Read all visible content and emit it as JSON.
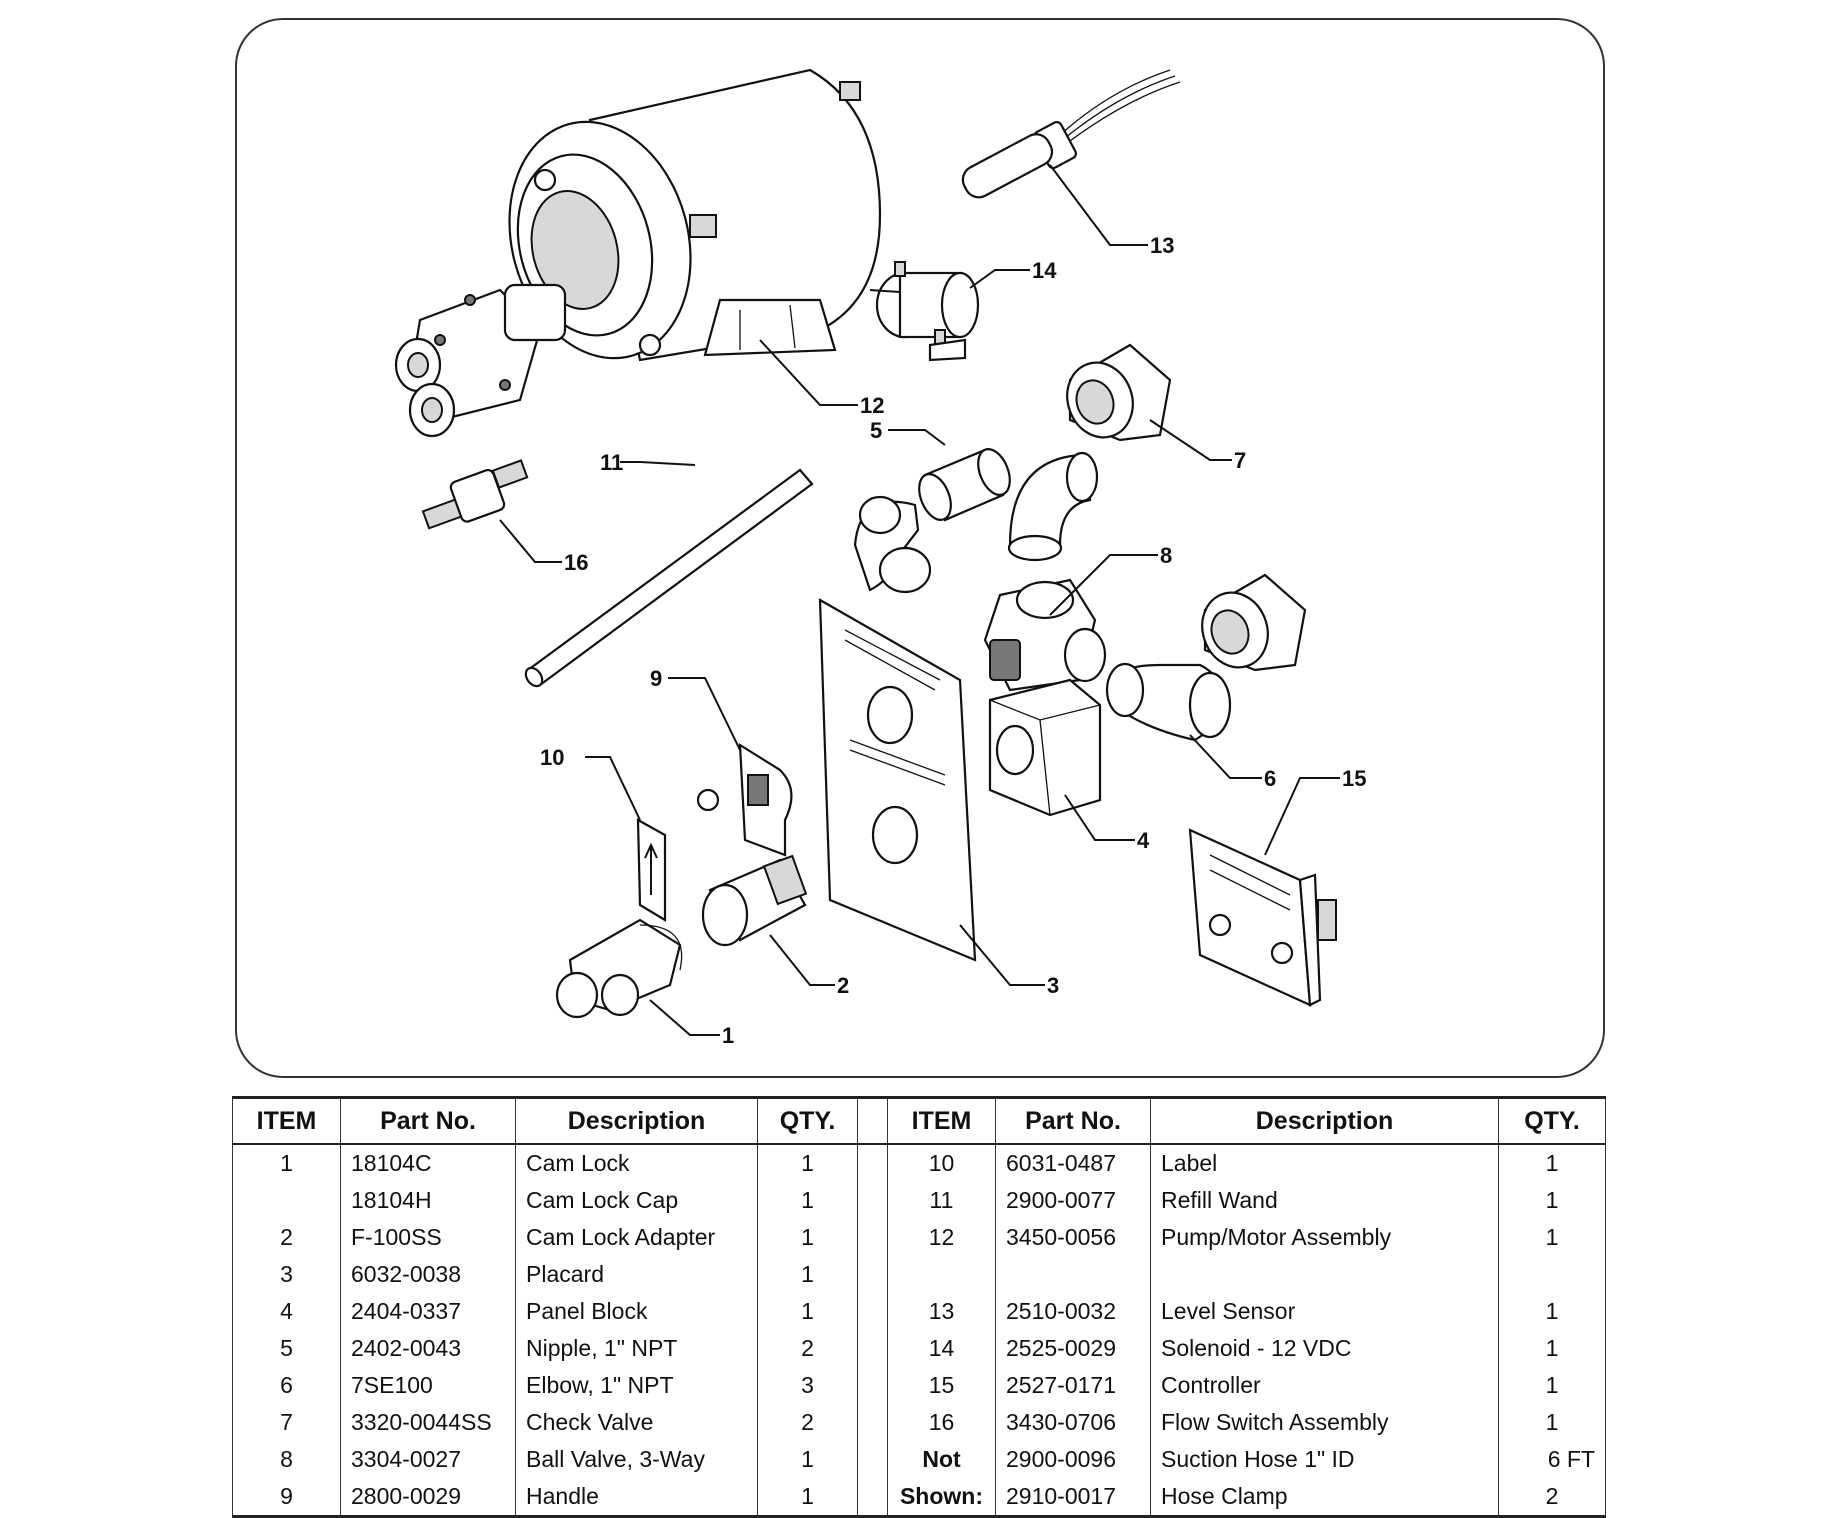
{
  "callouts": [
    "1",
    "2",
    "3",
    "4",
    "5",
    "6",
    "7",
    "8",
    "9",
    "10",
    "11",
    "12",
    "13",
    "14",
    "15",
    "16"
  ],
  "table": {
    "headers": [
      "ITEM",
      "Part No.",
      "Description",
      "QTY.",
      "",
      "ITEM",
      "Part No.",
      "Description",
      "QTY."
    ],
    "rows": [
      {
        "l_item": "1",
        "l_part": "18104C",
        "l_desc": "Cam Lock",
        "l_qty": "1",
        "r_item": "10",
        "r_part": "6031-0487",
        "r_desc": "Label",
        "r_qty": "1"
      },
      {
        "l_item": "",
        "l_part": "18104H",
        "l_desc": "Cam Lock Cap",
        "l_qty": "1",
        "r_item": "11",
        "r_part": "2900-0077",
        "r_desc": "Refill Wand",
        "r_qty": "1"
      },
      {
        "l_item": "2",
        "l_part": "F-100SS",
        "l_desc": "Cam Lock Adapter",
        "l_qty": "1",
        "r_item": "12",
        "r_part": "3450-0056",
        "r_desc": "Pump/Motor Assembly",
        "r_qty": "1"
      },
      {
        "l_item": "3",
        "l_part": "6032-0038",
        "l_desc": "Placard",
        "l_qty": "1",
        "r_item": "",
        "r_part": "",
        "r_desc": "",
        "r_qty": ""
      },
      {
        "l_item": "4",
        "l_part": "2404-0337",
        "l_desc": "Panel Block",
        "l_qty": "1",
        "r_item": "13",
        "r_part": "2510-0032",
        "r_desc": "Level Sensor",
        "r_qty": "1"
      },
      {
        "l_item": "5",
        "l_part": "2402-0043",
        "l_desc": "Nipple, 1\" NPT",
        "l_qty": "2",
        "r_item": "14",
        "r_part": "2525-0029",
        "r_desc": "Solenoid - 12 VDC",
        "r_qty": "1"
      },
      {
        "l_item": "6",
        "l_part": "7SE100",
        "l_desc": "Elbow, 1\" NPT",
        "l_qty": "3",
        "r_item": "15",
        "r_part": "2527-0171",
        "r_desc": "Controller",
        "r_qty": "1"
      },
      {
        "l_item": "7",
        "l_part": "3320-0044SS",
        "l_desc": "Check Valve",
        "l_qty": "2",
        "r_item": "16",
        "r_part": "3430-0706",
        "r_desc": "Flow Switch Assembly",
        "r_qty": "1"
      },
      {
        "l_item": "8",
        "l_part": "3304-0027",
        "l_desc": "Ball Valve, 3-Way",
        "l_qty": "1",
        "r_item": "Not",
        "r_part": "2900-0096",
        "r_desc": "Suction Hose 1\" ID",
        "r_qty": "6 FT"
      },
      {
        "l_item": "9",
        "l_part": "2800-0029",
        "l_desc": "Handle",
        "l_qty": "1",
        "r_item": "Shown:",
        "r_part": "2910-0017",
        "r_desc": "Hose Clamp",
        "r_qty": "2"
      }
    ]
  }
}
